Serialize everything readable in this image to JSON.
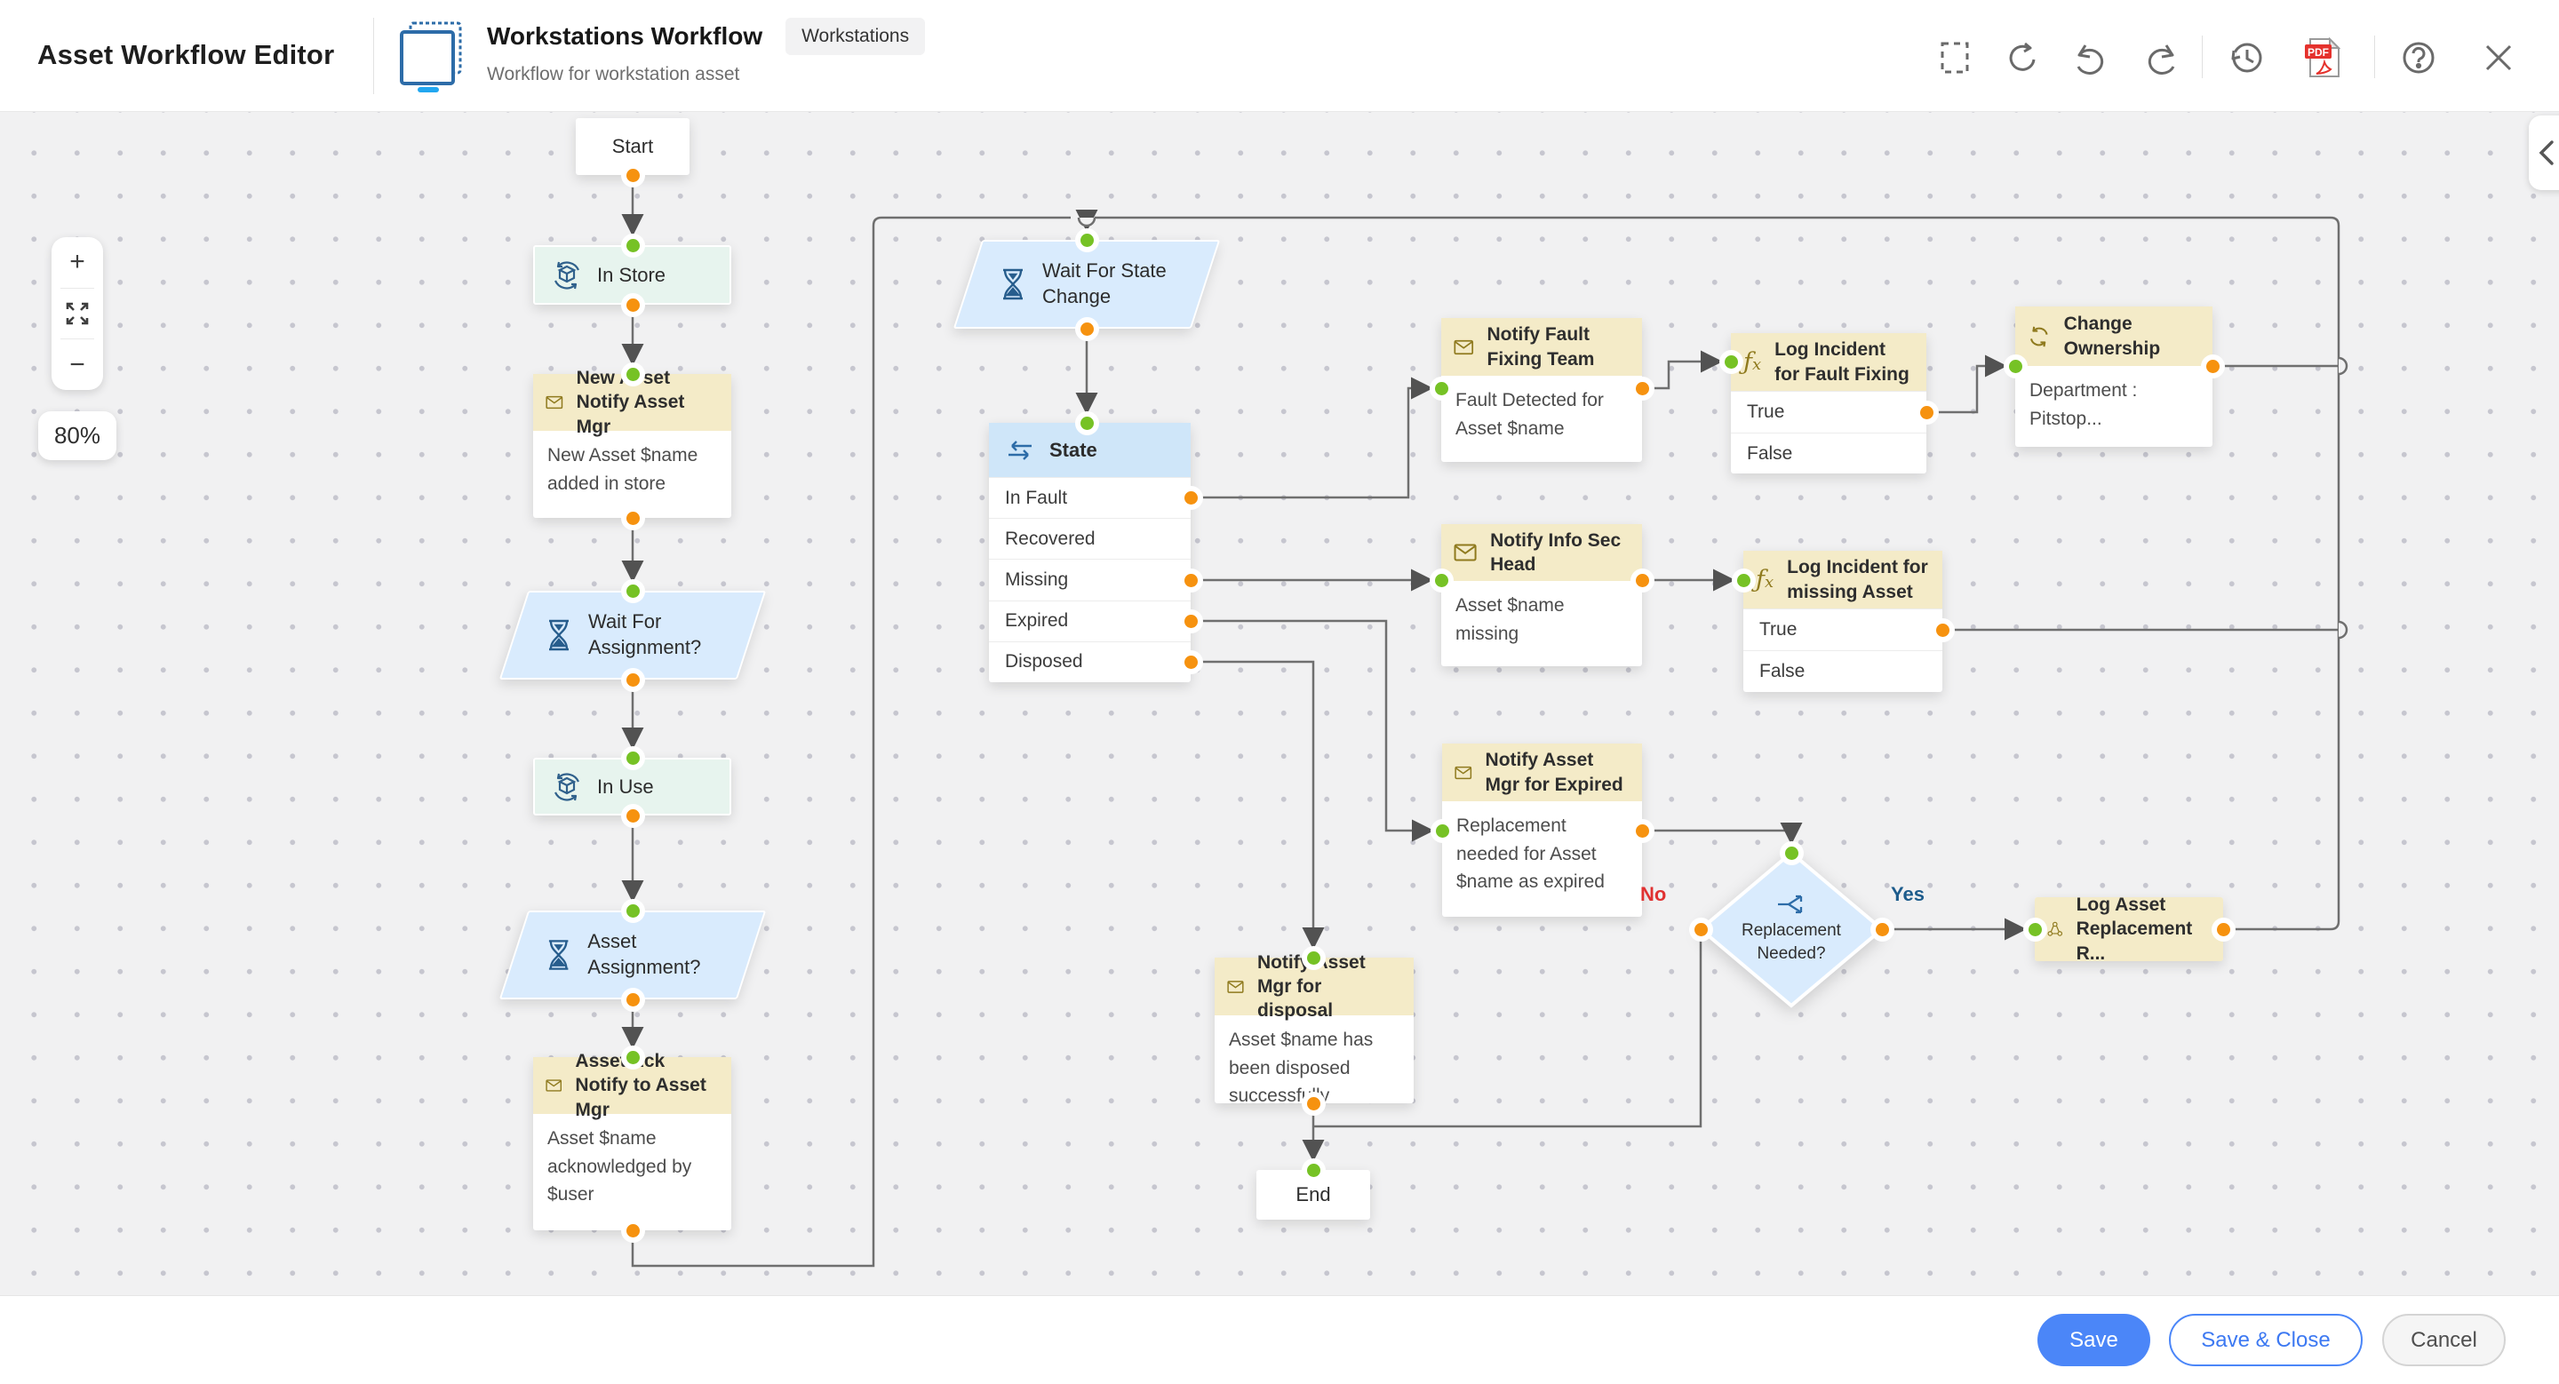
{
  "header": {
    "app_title": "Asset Workflow Editor",
    "workflow_name": "Workstations Workflow",
    "workflow_type_badge": "Workstations",
    "workflow_subtitle": "Workflow for workstation asset"
  },
  "toolbar": {
    "icons": [
      "marquee-selection",
      "refresh",
      "undo",
      "redo",
      "history",
      "export-pdf",
      "help",
      "close"
    ]
  },
  "zoom_controls": {
    "zoom_in": "+",
    "zoom_out": "−",
    "zoom_level": "80%"
  },
  "footer": {
    "save_label": "Save",
    "save_close_label": "Save & Close",
    "cancel_label": "Cancel"
  },
  "colors": {
    "port_out": "#F6920F",
    "port_in": "#76C225",
    "primary_blue": "#4B86F8",
    "node_header_cream": "#F4EBC8",
    "node_mint": "#E7F4EE",
    "node_blue": "#D9EBFD",
    "no_label": "#E03131",
    "yes_label": "#1D5C8C"
  },
  "nodes": {
    "start": {
      "label": "Start"
    },
    "in_store": {
      "label": "In Store"
    },
    "new_asset_notify": {
      "title": "New Asset Notify Asset Mgr",
      "body": "New  Asset $name added in store"
    },
    "wait_for_assignment": {
      "label": "Wait For Assignment?"
    },
    "in_use": {
      "label": "In Use"
    },
    "asset_assignment": {
      "label": "Asset Assignment?"
    },
    "asset_ack_notify": {
      "title": "Asset Ack Notify to Asset Mgr",
      "body": "Asset $name acknowledged by $user"
    },
    "wait_for_state_change": {
      "label": "Wait For State Change"
    },
    "state": {
      "title": "State",
      "options": [
        "In Fault",
        "Recovered",
        "Missing",
        "Expired",
        "Disposed"
      ]
    },
    "notify_fault_fixing": {
      "title": "Notify Fault Fixing Team",
      "body": "Fault Detected for Asset $name"
    },
    "log_incident_fault": {
      "title": "Log Incident for Fault Fixing",
      "true_label": "True",
      "false_label": "False"
    },
    "change_ownership": {
      "title": "Change Ownership",
      "body": "Department : Pitstop..."
    },
    "notify_infosec": {
      "title": "Notify Info Sec Head",
      "body": "Asset $name  missing"
    },
    "log_incident_missing": {
      "title": "Log Incident for missing Asset",
      "true_label": "True",
      "false_label": "False"
    },
    "notify_expired": {
      "title": "Notify Asset Mgr for Expired",
      "body": "Replacement needed for Asset $name as expired"
    },
    "replacement_needed": {
      "label": "Replacement Needed?",
      "no_label": "No",
      "yes_label": "Yes"
    },
    "log_asset_replacement": {
      "title": "Log Asset Replacement R..."
    },
    "notify_disposal": {
      "title": "Notify Asset Mgr for disposal",
      "body": "Asset $name has been disposed successfully"
    },
    "end": {
      "label": "End"
    }
  }
}
